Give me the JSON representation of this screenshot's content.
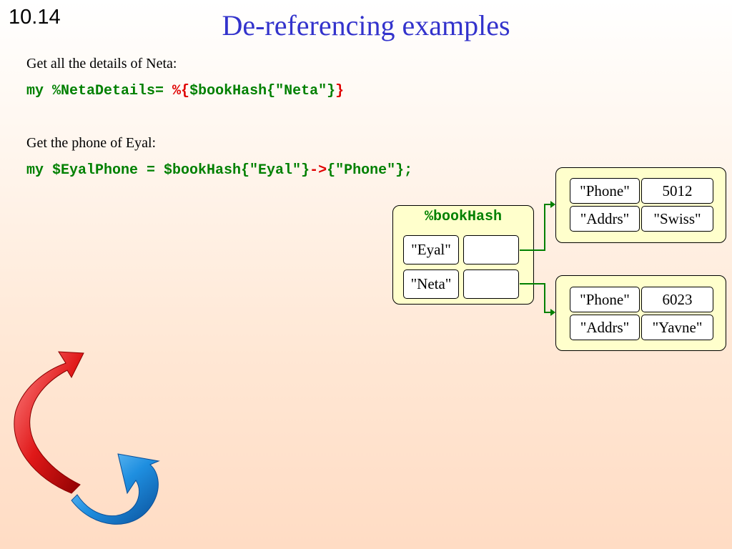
{
  "slide": {
    "number": "10.14",
    "title": "De-referencing examples"
  },
  "examples": [
    {
      "caption": "Get all the details of Neta:",
      "code": {
        "part1": "my %NetaDetails= ",
        "part2": "%{",
        "part3": "$bookHash{\"Neta\"}",
        "part4": "}"
      }
    },
    {
      "caption": "Get the phone of Eyal:",
      "code": {
        "part1": "my $EyalPhone = $bookHash{\"Eyal\"}",
        "part2": "->",
        "part3": "{\"Phone\"};"
      }
    }
  ],
  "diagram": {
    "hash_name": "%bookHash",
    "hash_keys": [
      "\"Eyal\"",
      "\"Neta\""
    ],
    "records": [
      {
        "rows": [
          {
            "key": "\"Phone\"",
            "value": "5012"
          },
          {
            "key": "\"Addrs\"",
            "value": "\"Swiss\""
          }
        ]
      },
      {
        "rows": [
          {
            "key": "\"Phone\"",
            "value": "6023"
          },
          {
            "key": "\"Addrs\"",
            "value": "\"Yavne\""
          }
        ]
      }
    ]
  },
  "colors": {
    "title": "#3333cc",
    "code": "#008000",
    "highlight": "#e00000",
    "panel": "#ffffcc",
    "arrow": "#008000"
  }
}
